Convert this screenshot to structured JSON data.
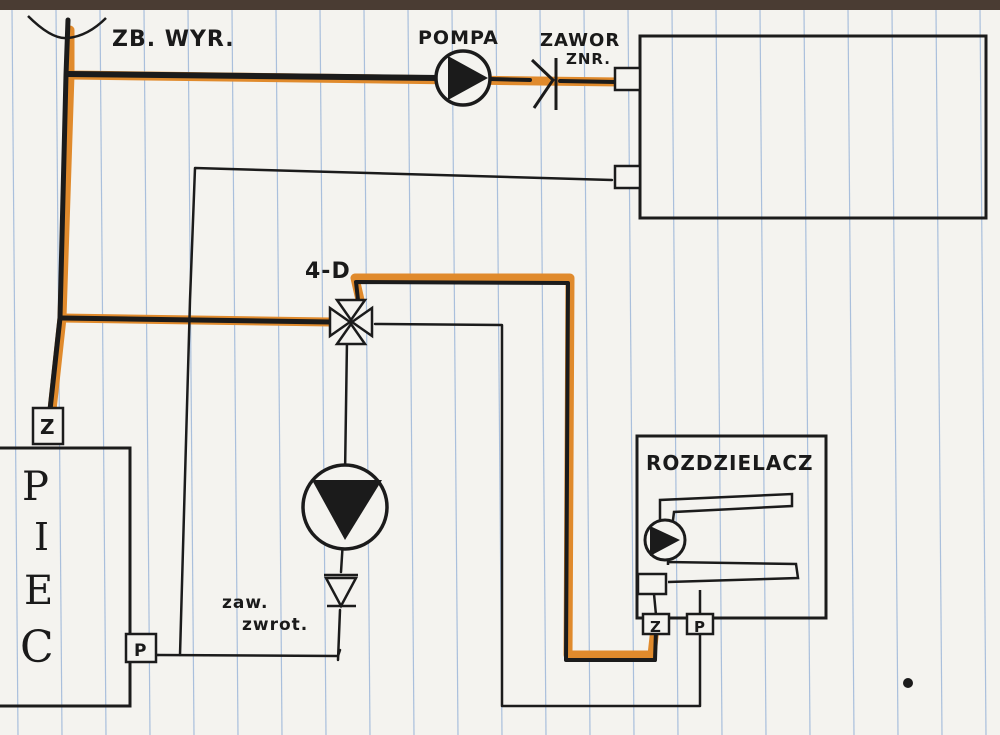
{
  "labels": {
    "zb_wyr": "ZB. WYR.",
    "pompa": "POMPA",
    "zawor_znr_1": "ZAWOR",
    "zawor_znr_2": "ZNR.",
    "valve_4d": "4-D",
    "rozdzielacz": "ROZDZIELACZ",
    "piec_letters": [
      "P",
      "I",
      "E",
      "C"
    ],
    "port_z_piec": "Z",
    "port_p_piec": "P",
    "port_z_rozdz": "Z",
    "port_p_rozdz": "P",
    "zaw_zwrot_1": "zaw.",
    "zaw_zwrot_2": "zwrot."
  },
  "colors": {
    "paper": "#f4f3ef",
    "grid": "#a9bfdc",
    "ink": "#1b1b1b",
    "supply_highlight": "#e08a2c"
  },
  "components": {
    "boiler": "piec",
    "radiator": "grzejnik",
    "manifold": "rozdzielacz",
    "valves": [
      "4-way-mixing-valve",
      "check-valve-znr",
      "check-valve-return"
    ],
    "pumps": [
      "main-pump",
      "mixing-pump",
      "manifold-pump"
    ],
    "vessel": "expansion-tank-icon"
  }
}
